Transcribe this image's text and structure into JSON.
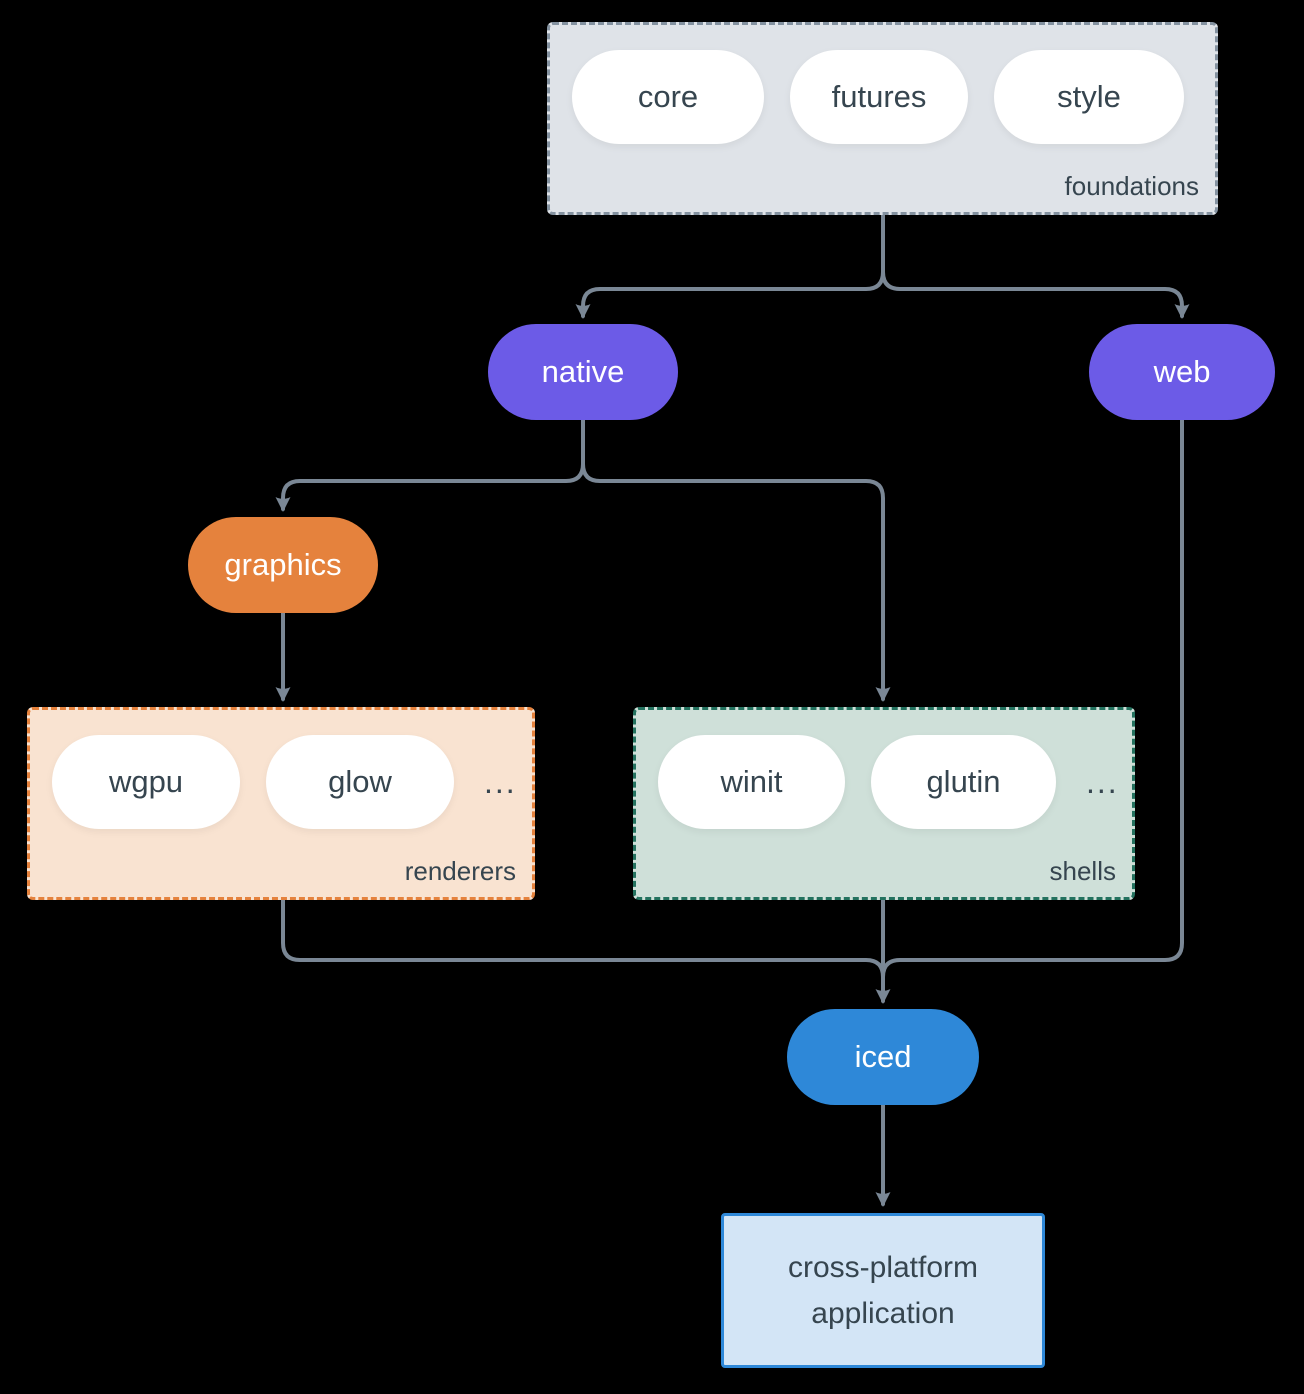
{
  "diagram": {
    "background": "#000000",
    "connector_color": "#7a8795",
    "groups": {
      "foundations": {
        "label": "foundations",
        "items": [
          "core",
          "futures",
          "style"
        ],
        "bg": "#dfe3e8",
        "border": "#8492a0"
      },
      "renderers": {
        "label": "renderers",
        "items": [
          "wgpu",
          "glow"
        ],
        "ellipsis": "...",
        "bg": "#f9e3d1",
        "border": "#e5823d"
      },
      "shells": {
        "label": "shells",
        "items": [
          "winit",
          "glutin"
        ],
        "ellipsis": "...",
        "bg": "#cfe0d9",
        "border": "#24725f"
      }
    },
    "nodes": {
      "native": {
        "label": "native",
        "bg": "#6c5be7"
      },
      "web": {
        "label": "web",
        "bg": "#6c5be7"
      },
      "graphics": {
        "label": "graphics",
        "bg": "#e5823d"
      },
      "iced": {
        "label": "iced",
        "bg": "#2e88d8"
      }
    },
    "application": {
      "line1": "cross-platform",
      "line2": "application",
      "bg": "#d3e5f6",
      "border": "#2e88d8"
    }
  }
}
